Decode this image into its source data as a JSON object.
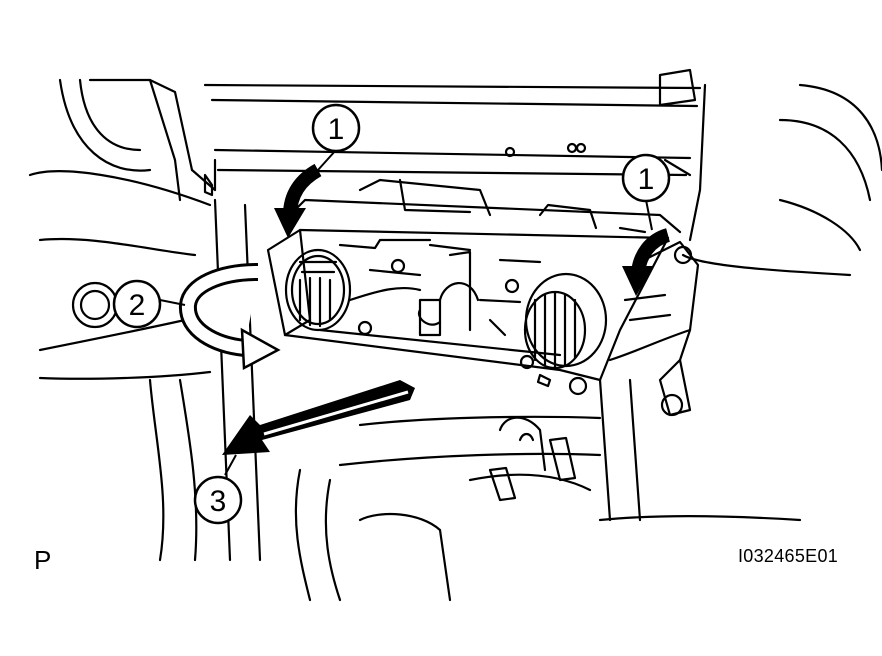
{
  "callouts": [
    {
      "id": "c1a",
      "number": "1"
    },
    {
      "id": "c1b",
      "number": "1"
    },
    {
      "id": "c2",
      "number": "2"
    },
    {
      "id": "c3",
      "number": "3"
    }
  ],
  "view_label": "P",
  "figure_id": "I032465E01",
  "colors": {
    "line": "#000000",
    "arrow_fill": "#000000",
    "background": "#ffffff"
  },
  "icons": [
    "clip-release-arrow",
    "pull-out-arrow",
    "rotate-arrow"
  ]
}
